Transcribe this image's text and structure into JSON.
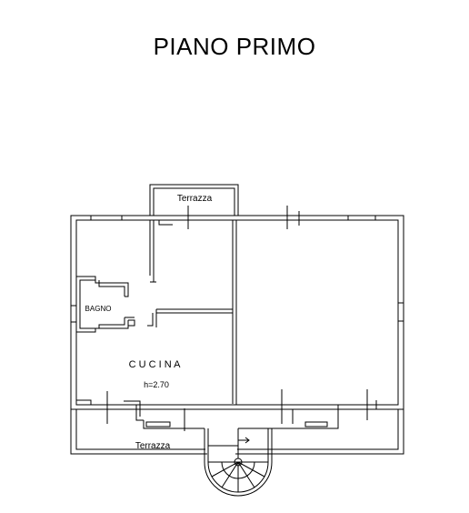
{
  "plan": {
    "title": "PIANO PRIMO",
    "labels": {
      "terrace_top": "Terrazza",
      "terrace_bottom": "Terrazza",
      "bathroom": "BAGNO",
      "kitchen": "C U C I N A",
      "kitchen_height": "h=2.70"
    }
  }
}
